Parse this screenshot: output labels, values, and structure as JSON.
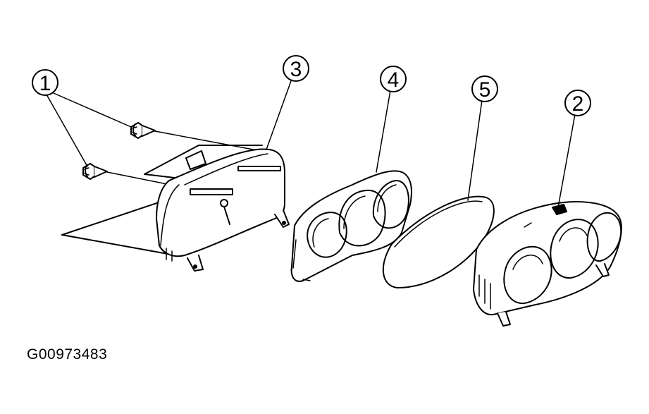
{
  "figure_id": "G00973483",
  "callouts": [
    {
      "key": "fasteners",
      "label": "1"
    },
    {
      "key": "cluster_assembly",
      "label": "2"
    },
    {
      "key": "rear_housing",
      "label": "3"
    },
    {
      "key": "mask_panel",
      "label": "4"
    },
    {
      "key": "lens_glass",
      "label": "5"
    }
  ]
}
